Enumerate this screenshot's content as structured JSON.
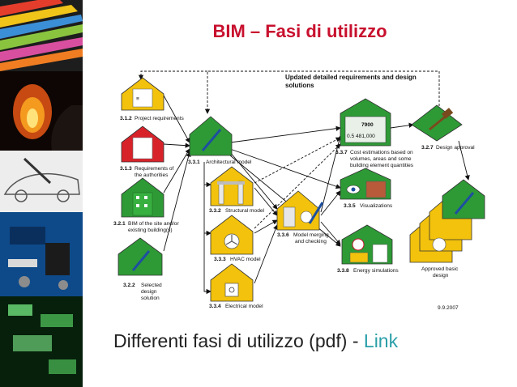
{
  "slide": {
    "title": "BIM – Fasi di utilizzo",
    "caption_text": "Differenti fasi di utilizzo (pdf) - ",
    "caption_link": "Link"
  },
  "diagram": {
    "header_line1": "Updated detailed requirements and design",
    "header_line2": "solutions",
    "date": "9.9.2007",
    "project_requirements": {
      "num": "3.1.2",
      "text": "Project requirements"
    },
    "authority_requirements": {
      "num": "3.1.3",
      "line1": "Requirements of",
      "line2": "the authorities"
    },
    "bim_site": {
      "num": "3.2.1",
      "line1": "BIM of the site and/or",
      "line2": "existing building(s)"
    },
    "selected_design": {
      "num": "3.2.2",
      "line1": "Selected",
      "line2": "design",
      "line3": "solution"
    },
    "architectural_model": {
      "num": "3.3.1",
      "text": "Architectural model"
    },
    "structural_model": {
      "num": "3.3.2",
      "text": "Structural model"
    },
    "hvac_model": {
      "num": "3.3.3",
      "text": "HVAC model"
    },
    "electrical_model": {
      "num": "3.3.4",
      "text": "Electrical model"
    },
    "model_merging": {
      "num": "3.3.6",
      "line1": "Model merging",
      "line2": "and checking"
    },
    "cost_estimations": {
      "num": "3.3.7",
      "line1": "Cost estimations based on",
      "line2": "volumes, areas and some",
      "line3": "building element quantities",
      "screen_num1": "7900",
      "screen_num2": "0.5 481,000"
    },
    "visualizations": {
      "num": "3.3.5",
      "text": "Visualizations"
    },
    "energy_simulations": {
      "num": "3.3.8",
      "text": "Energy simulations"
    },
    "design_approval": {
      "num": "3.2.7",
      "text": "Design approval"
    },
    "approved_design": {
      "line1": "Approved basic",
      "line2": "design"
    }
  },
  "colors": {
    "title_red": "#c8102e",
    "link_teal": "#2a9fa8",
    "house_green": "#2e9a36",
    "house_yellow": "#f2c20c",
    "house_red": "#d8222a"
  }
}
